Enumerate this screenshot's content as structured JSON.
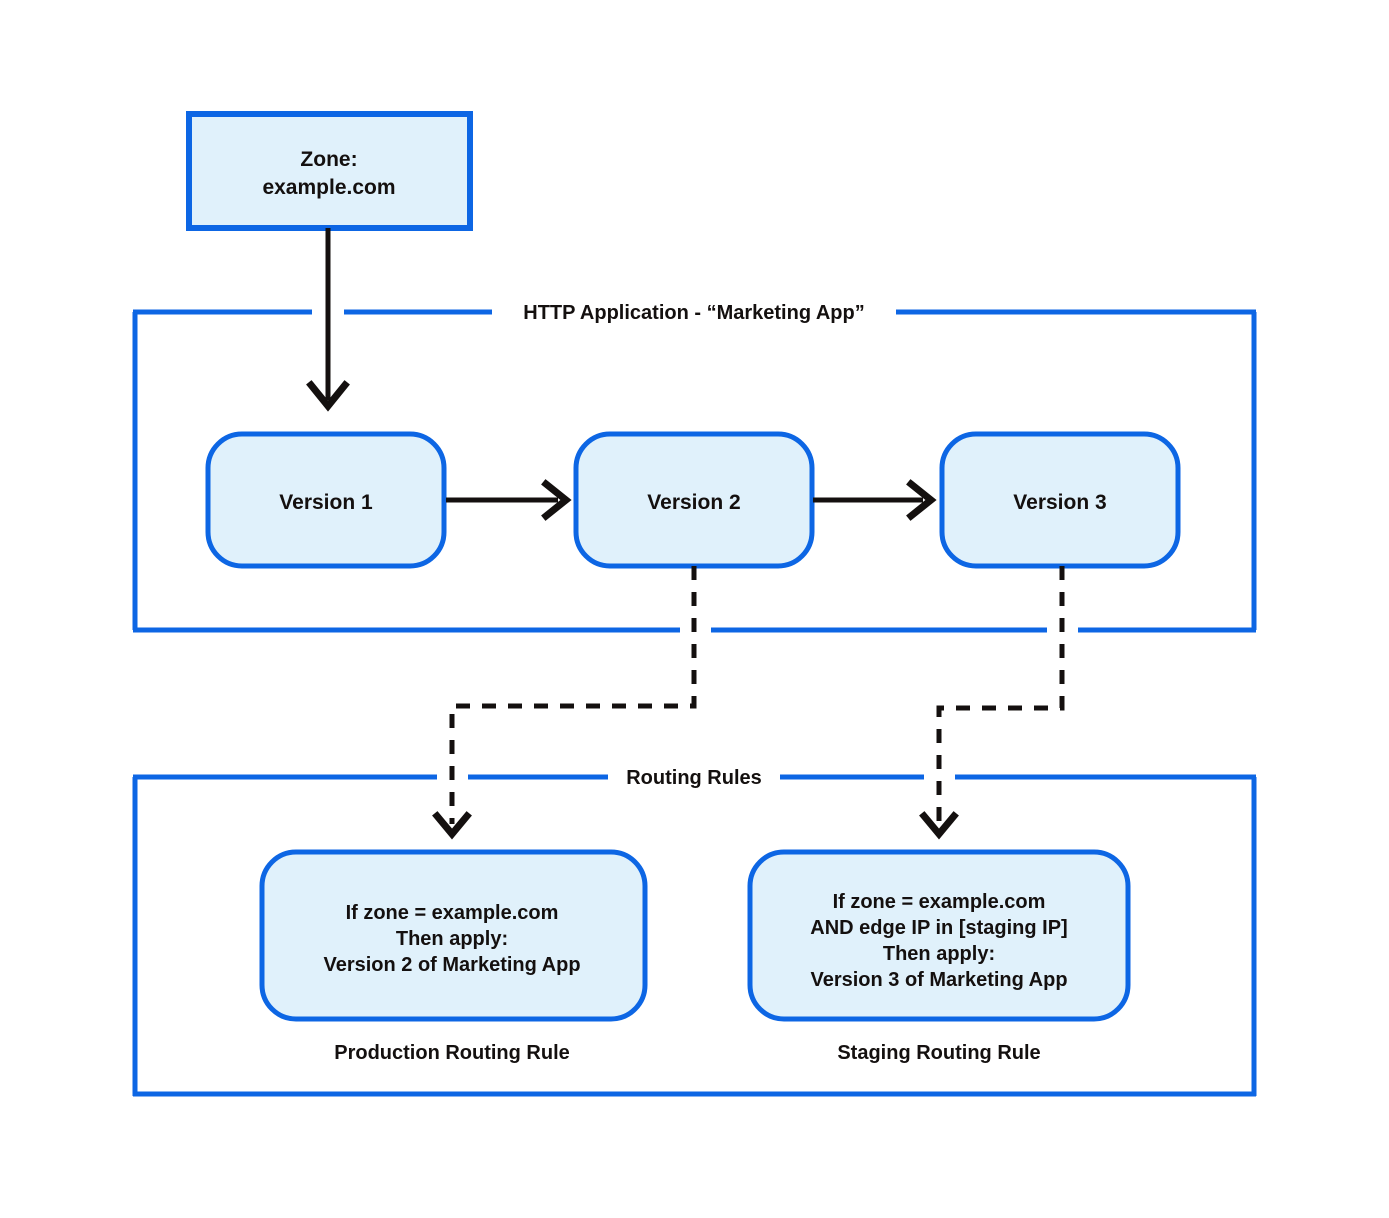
{
  "diagram": {
    "title_zone": {
      "line1": "Zone:",
      "line2": "example.com"
    },
    "groups": [
      {
        "id": "http-application",
        "title": "HTTP Application - “Marketing App”"
      },
      {
        "id": "routing-rules",
        "title": "Routing Rules"
      }
    ],
    "versions": [
      {
        "id": "version-1",
        "label": "Version 1"
      },
      {
        "id": "version-2",
        "label": "Version 2"
      },
      {
        "id": "version-3",
        "label": "Version 3"
      }
    ],
    "rules": [
      {
        "id": "production-routing-rule",
        "lines": [
          "If zone = example.com",
          "Then apply:",
          "Version 2 of Marketing App"
        ],
        "caption": "Production Routing Rule"
      },
      {
        "id": "staging-routing-rule",
        "lines": [
          "If zone = example.com",
          "AND edge IP in [staging IP]",
          "Then apply:",
          "Version 3 of Marketing App"
        ],
        "caption": "Staging Routing Rule"
      }
    ],
    "colors": {
      "node_fill": "#e0f1fb",
      "node_border": "#0d66e4",
      "group_border": "#0d66e4",
      "connector": "#14100f",
      "text": "#14100f",
      "background": "#ffffff"
    }
  }
}
